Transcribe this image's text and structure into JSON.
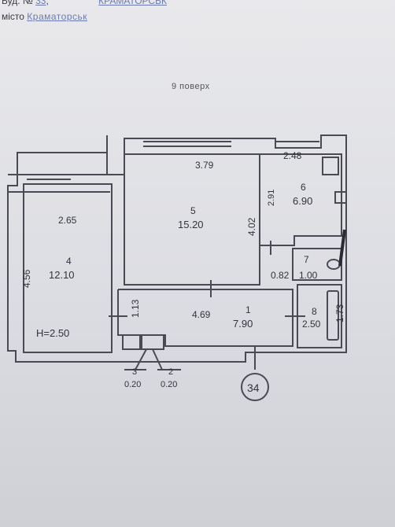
{
  "header": {
    "building_label": "Буд. №",
    "building_number": "33",
    "separator": ",",
    "city_label_top": "КРАМАТОРСЬК",
    "city_prefix": "місто",
    "city_name": "Краматорськ"
  },
  "floor_label": "9 поверх",
  "rooms": [
    {
      "id": "1",
      "area": "7.90",
      "dims": [
        "4.69",
        "1.13"
      ]
    },
    {
      "id": "2",
      "area": "0.20"
    },
    {
      "id": "3",
      "area": "0.20"
    },
    {
      "id": "4",
      "area": "12.10",
      "dims": [
        "2.65",
        "4.56"
      ]
    },
    {
      "id": "5",
      "area": "15.20",
      "dims": [
        "3.79",
        "4.02"
      ]
    },
    {
      "id": "6",
      "area": "6.90",
      "dims": [
        "2.48",
        "2.91"
      ]
    },
    {
      "id": "7",
      "area": "1.00",
      "dims": [
        "0.82"
      ]
    },
    {
      "id": "8",
      "area": "2.50",
      "dims": [
        "1.73"
      ]
    }
  ],
  "ceiling_height": "H=2.50",
  "apartment_number": "34"
}
